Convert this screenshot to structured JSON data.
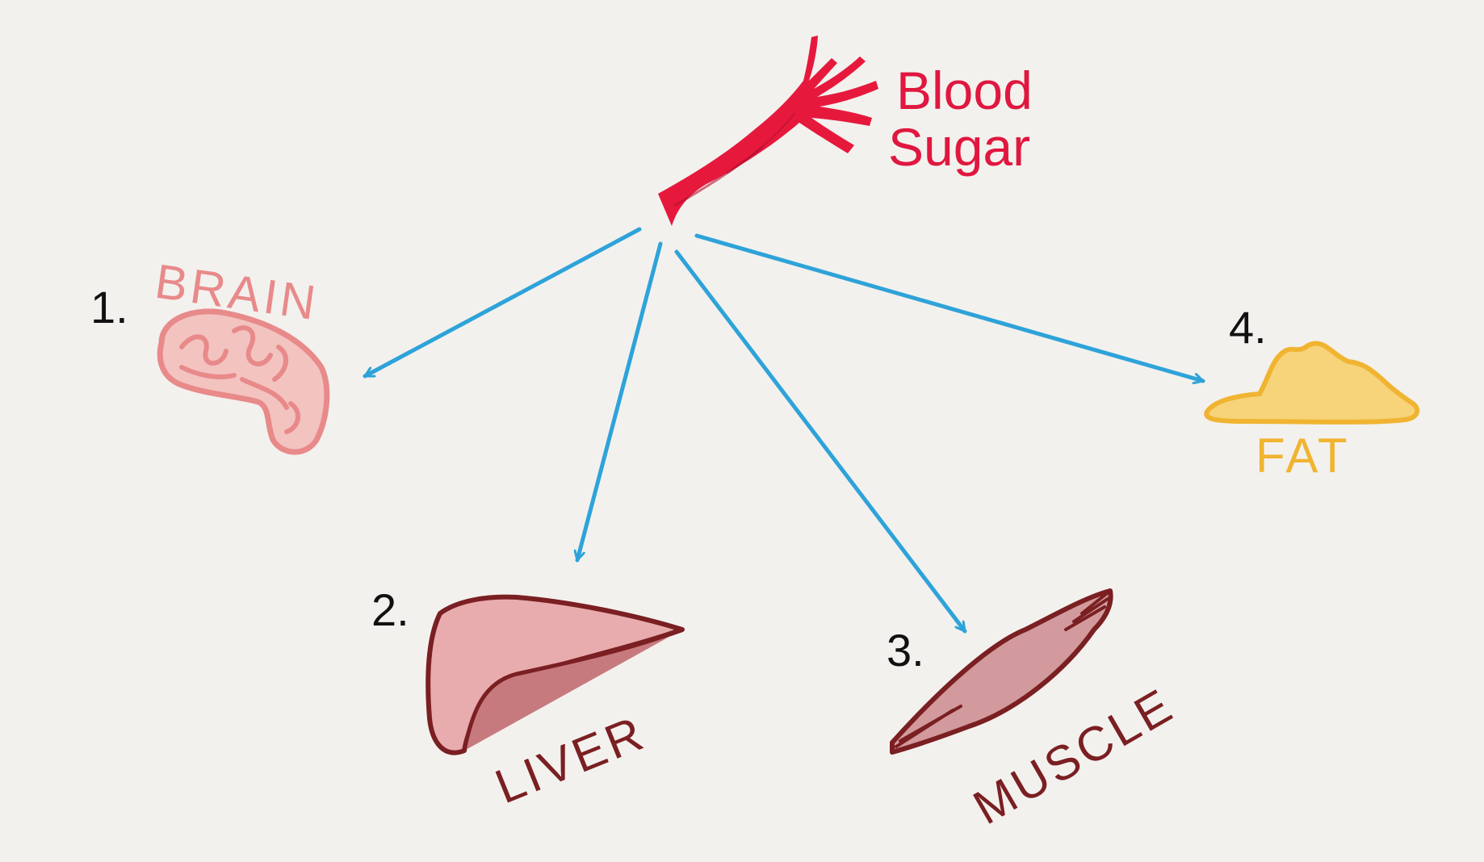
{
  "title": {
    "line1": "Blood",
    "line2": "Sugar",
    "color": "#e0173f"
  },
  "arrow_color": "#2ea3d9",
  "organs": [
    {
      "number": "1.",
      "label": "BRAIN",
      "icon": "brain-icon",
      "color": "#e88a8a"
    },
    {
      "number": "2.",
      "label": "LIVER",
      "icon": "liver-icon",
      "color": "#7a1f22"
    },
    {
      "number": "3.",
      "label": "MUSCLE",
      "icon": "muscle-icon",
      "color": "#7a1f22"
    },
    {
      "number": "4.",
      "label": "FAT",
      "icon": "fat-icon",
      "color": "#f0b431"
    }
  ]
}
